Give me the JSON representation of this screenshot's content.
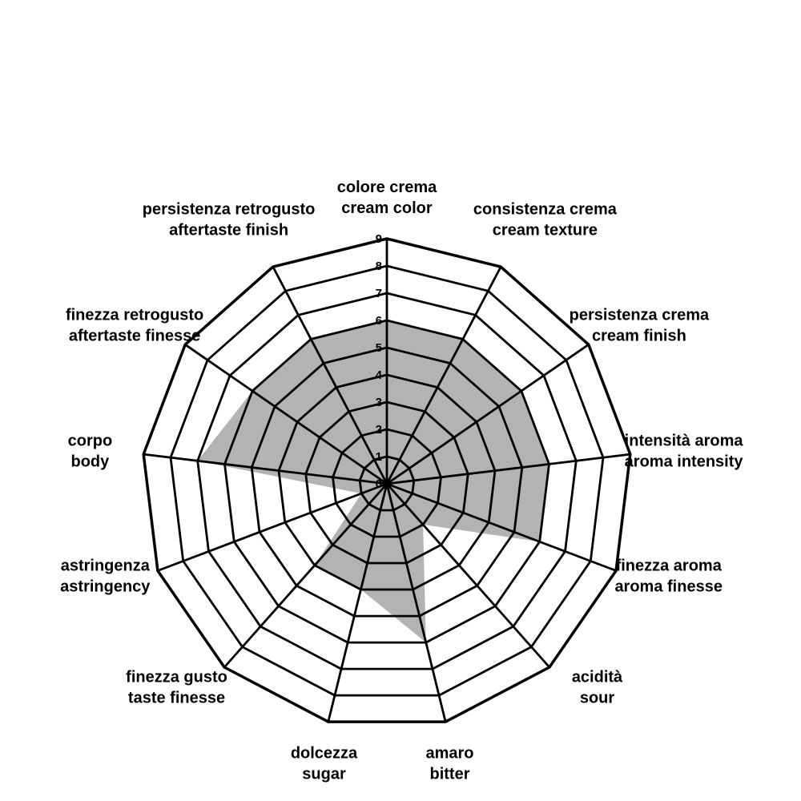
{
  "chart_data": {
    "type": "radar",
    "categories": [
      [
        "colore crema",
        "cream color"
      ],
      [
        "consistenza crema",
        "cream texture"
      ],
      [
        "persistenza crema",
        "cream finish"
      ],
      [
        "intensità aroma",
        "aroma intensity"
      ],
      [
        "finezza aroma",
        "aroma finesse"
      ],
      [
        "acidità",
        "sour"
      ],
      [
        "amaro",
        "bitter"
      ],
      [
        "dolcezza",
        "sugar"
      ],
      [
        "finezza gusto",
        "taste finesse"
      ],
      [
        "astringenza",
        "astringency"
      ],
      [
        "corpo",
        "body"
      ],
      [
        "finezza retrogusto",
        "aftertaste finesse"
      ],
      [
        "persistenza retrogusto",
        "aftertaste finish"
      ]
    ],
    "series": [
      {
        "values": [
          6,
          6,
          6,
          6,
          6,
          2,
          6,
          4,
          4,
          1,
          7,
          6,
          6
        ],
        "color": "#b3b3b3"
      }
    ],
    "rlim": [
      0,
      9
    ],
    "ticks": [
      0,
      1,
      2,
      3,
      4,
      5,
      6,
      7,
      8,
      9
    ],
    "grid": true
  }
}
